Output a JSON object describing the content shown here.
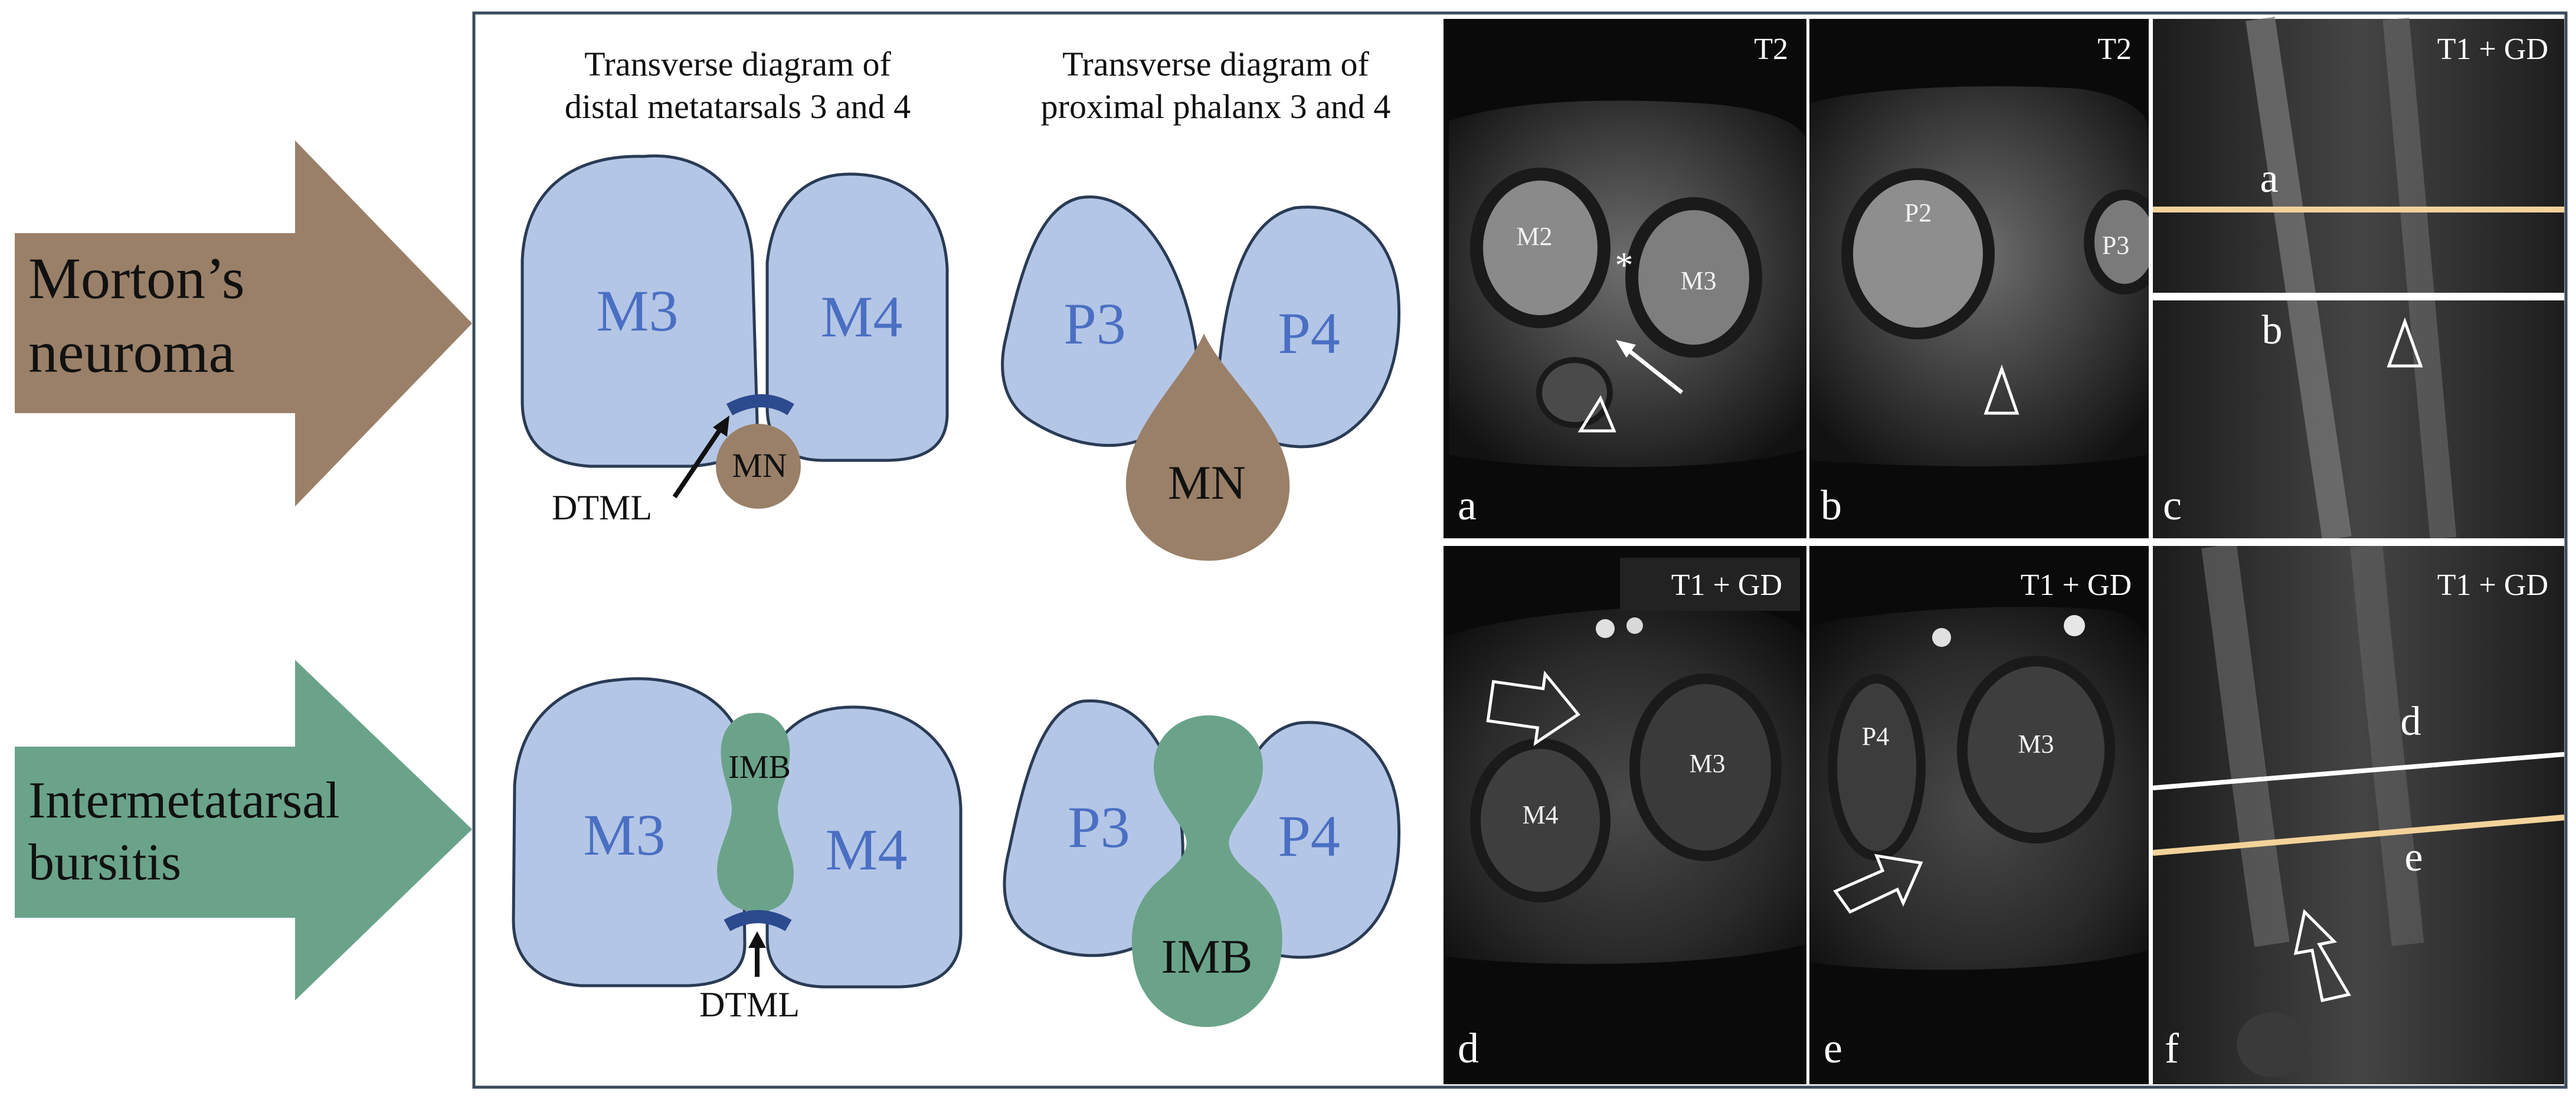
{
  "arrows": {
    "morton": {
      "label_line1": "Morton’s",
      "label_line2": "neuroma",
      "color": "#9a8068"
    },
    "bursitis": {
      "label_line1": "Intermetatarsal",
      "label_line2": "bursitis",
      "color": "#6aa38a"
    }
  },
  "diagram": {
    "col1_title_line1": "Transverse diagram of",
    "col1_title_line2": "distal metatarsals 3 and 4",
    "col2_title_line1": "Transverse diagram of",
    "col2_title_line2": "proximal phalanx 3 and 4",
    "bone_color": "#b4c6e6",
    "bone_text_color": "#4a6fc3",
    "neuroma_color": "#9a8068",
    "bursa_color": "#6aa38a",
    "ligament_color": "#2c4a8e",
    "panel_border_color": "#3a4a5c",
    "top_left": {
      "bone1": "M3",
      "bone2": "M4",
      "lesion": "MN",
      "ligament": "DTML"
    },
    "top_right": {
      "bone1": "P3",
      "bone2": "P4",
      "lesion": "MN"
    },
    "bottom_left": {
      "bone1": "M3",
      "bone2": "M4",
      "lesion": "IMB",
      "ligament": "DTML"
    },
    "bottom_right": {
      "bone1": "P3",
      "bone2": "P4",
      "lesion": "IMB"
    }
  },
  "mri": {
    "a": {
      "letter": "a",
      "sequence": "T2",
      "labels": [
        "M2",
        "M3"
      ],
      "asterisk": "*"
    },
    "b": {
      "letter": "b",
      "sequence": "T2",
      "labels": [
        "P2",
        "P3"
      ]
    },
    "c": {
      "letter": "c",
      "sequence": "T1 + GD",
      "line_labels": [
        "a",
        "b"
      ]
    },
    "d": {
      "letter": "d",
      "sequence": "T1 + GD",
      "labels": [
        "M4",
        "M3"
      ]
    },
    "e": {
      "letter": "e",
      "sequence": "T1 + GD",
      "labels": [
        "P4",
        "M3"
      ]
    },
    "f": {
      "letter": "f",
      "sequence": "T1 + GD",
      "line_labels": [
        "d",
        "e"
      ]
    }
  }
}
